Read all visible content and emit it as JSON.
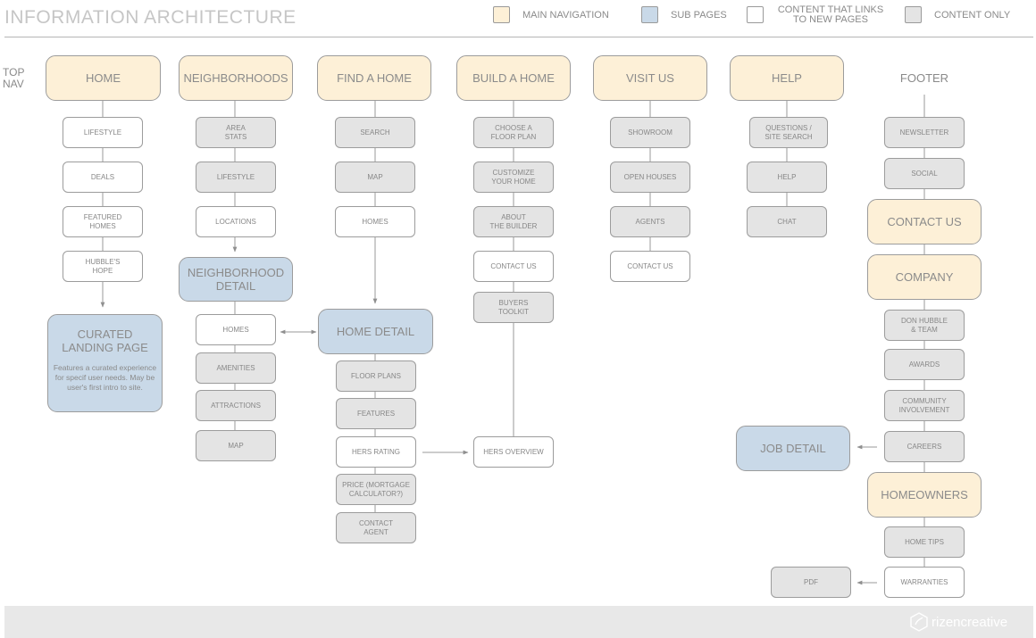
{
  "header": {
    "title": "INFORMATION ARCHITECTURE",
    "legend": [
      {
        "key": "main",
        "label": "MAIN NAVIGATION",
        "color": "#fdf0d7"
      },
      {
        "key": "sub",
        "label": "SUB PAGES",
        "color": "#c9d9e8"
      },
      {
        "key": "link",
        "label": "CONTENT THAT LINKS\nTO NEW PAGES",
        "color": "#ffffff"
      },
      {
        "key": "only",
        "label": "CONTENT ONLY",
        "color": "#e4e4e4"
      }
    ]
  },
  "labels": {
    "top_nav": "TOP\nNAV",
    "footer": "FOOTER"
  },
  "nodes": {
    "home": {
      "label": "HOME",
      "type": "main"
    },
    "home_lifestyle": {
      "label": "LIFESTYLE",
      "type": "link"
    },
    "home_deals": {
      "label": "DEALS",
      "type": "link"
    },
    "home_featured": {
      "label": "FEATURED\nHOMES",
      "type": "link"
    },
    "home_hubbles": {
      "label": "HUBBLE'S\nHOPE",
      "type": "link"
    },
    "curated": {
      "label": "CURATED\nLANDING PAGE",
      "type": "sub",
      "description": "Features a curated experience for specif user needs. May be user's first intro to site."
    },
    "neigh": {
      "label": "NEIGHBORHOODS",
      "type": "main"
    },
    "neigh_area": {
      "label": "AREA\nSTATS",
      "type": "only"
    },
    "neigh_lifestyle": {
      "label": "LIFESTYLE",
      "type": "only"
    },
    "neigh_locations": {
      "label": "LOCATIONS",
      "type": "link"
    },
    "neigh_detail": {
      "label": "NEIGHBORHOOD\nDETAIL",
      "type": "sub"
    },
    "nd_homes": {
      "label": "HOMES",
      "type": "link"
    },
    "nd_amenities": {
      "label": "AMENITIES",
      "type": "only"
    },
    "nd_attractions": {
      "label": "ATTRACTIONS",
      "type": "only"
    },
    "nd_map": {
      "label": "MAP",
      "type": "only"
    },
    "find": {
      "label": "FIND A HOME",
      "type": "main"
    },
    "find_search": {
      "label": "SEARCH",
      "type": "only"
    },
    "find_map": {
      "label": "MAP",
      "type": "only"
    },
    "find_homes": {
      "label": "HOMES",
      "type": "link"
    },
    "home_detail": {
      "label": "HOME DETAIL",
      "type": "sub"
    },
    "hd_floor": {
      "label": "FLOOR PLANS",
      "type": "only"
    },
    "hd_features": {
      "label": "FEATURES",
      "type": "only"
    },
    "hd_hers": {
      "label": "HERS RATING",
      "type": "link"
    },
    "hd_price": {
      "label": "PRICE (MORTGAGE\nCALCULATOR?)",
      "type": "only"
    },
    "hd_contact": {
      "label": "CONTACT\nAGENT",
      "type": "only"
    },
    "build": {
      "label": "BUILD A HOME",
      "type": "main"
    },
    "build_choose": {
      "label": "CHOOSE A\nFLOOR PLAN",
      "type": "only"
    },
    "build_customize": {
      "label": "CUSTOMIZE\nYOUR HOME",
      "type": "only"
    },
    "build_about": {
      "label": "ABOUT\nTHE BUILDER",
      "type": "only"
    },
    "build_contact": {
      "label": "CONTACT US",
      "type": "link"
    },
    "build_buyers": {
      "label": "BUYERS\nTOOLKIT",
      "type": "only"
    },
    "hers_overview": {
      "label": "HERS OVERVIEW",
      "type": "link"
    },
    "visit": {
      "label": "VISIT US",
      "type": "main"
    },
    "visit_showroom": {
      "label": "SHOWROOM",
      "type": "only"
    },
    "visit_open": {
      "label": "OPEN HOUSES",
      "type": "only"
    },
    "visit_agents": {
      "label": "AGENTS",
      "type": "only"
    },
    "visit_contact": {
      "label": "CONTACT US",
      "type": "link"
    },
    "help": {
      "label": "HELP",
      "type": "main"
    },
    "help_questions": {
      "label": "QUESTIONS /\nSITE SEARCH",
      "type": "only"
    },
    "help_help": {
      "label": "HELP",
      "type": "only"
    },
    "help_chat": {
      "label": "CHAT",
      "type": "only"
    },
    "f_newsletter": {
      "label": "NEWSLETTER",
      "type": "only"
    },
    "f_social": {
      "label": "SOCIAL",
      "type": "only"
    },
    "f_contact": {
      "label": "CONTACT US",
      "type": "main"
    },
    "f_company": {
      "label": "COMPANY",
      "type": "main"
    },
    "f_don": {
      "label": "DON HUBBLE\n& TEAM",
      "type": "only"
    },
    "f_awards": {
      "label": "AWARDS",
      "type": "only"
    },
    "f_community": {
      "label": "COMMUNITY\nINVOLVEMENT",
      "type": "only"
    },
    "f_careers": {
      "label": "CAREERS",
      "type": "only"
    },
    "job_detail": {
      "label": "JOB DETAIL",
      "type": "sub"
    },
    "f_homeowners": {
      "label": "HOMEOWNERS",
      "type": "main"
    },
    "f_tips": {
      "label": "HOME TIPS",
      "type": "only"
    },
    "f_warranties": {
      "label": "WARRANTIES",
      "type": "link"
    },
    "pdf": {
      "label": "PDF",
      "type": "only"
    }
  },
  "branding": {
    "name": "rizencreative"
  }
}
